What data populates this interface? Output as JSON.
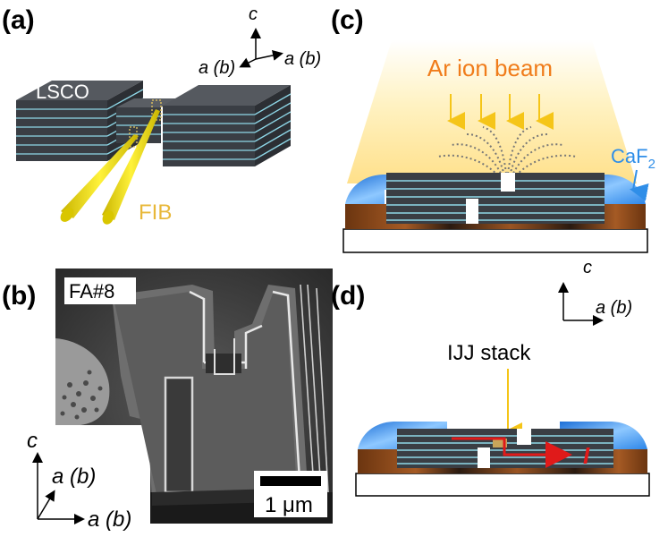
{
  "panels": {
    "a": {
      "label": "(a)",
      "sample_label": "LSCO",
      "beam_label": "FIB",
      "axes": {
        "c": "c",
        "left": "a (b)",
        "right": "a (b)"
      }
    },
    "b": {
      "label": "(b)",
      "sample_id": "FA#8",
      "scale_bar": "1 μm",
      "axes": {
        "c": "c",
        "diag": "a (b)",
        "horiz": "a (b)"
      }
    },
    "c": {
      "label": "(c)",
      "beam_title": "Ar ion beam",
      "coating_label": "CaF",
      "coating_sub": "2"
    },
    "d": {
      "label": "(d)",
      "stack_label": "IJJ stack",
      "current_label": "I",
      "axes": {
        "c": "c",
        "horiz": "a (b)"
      }
    }
  },
  "colors": {
    "stack_dark": "#3a3e44",
    "layer_line": "#8fd8e8",
    "fib_yellow": "#f2e600",
    "beam_text": "#f07c1a",
    "caf2_blue": "#2f8ee8",
    "substrate_brown": "#8a4a1e",
    "current_red": "#e01a1a"
  }
}
